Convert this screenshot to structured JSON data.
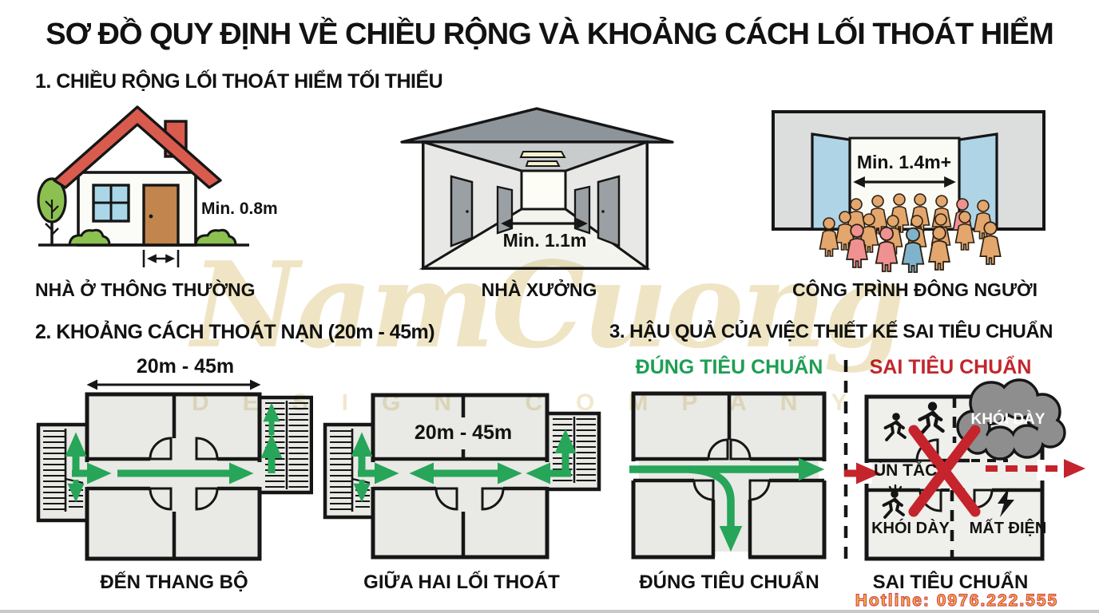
{
  "title": "SƠ ĐỒ QUY ĐỊNH VỀ CHIỀU RỘNG VÀ KHOẢNG CÁCH LỐI THOÁT HIỂM",
  "section1": {
    "heading": "1. CHIỀU RỘNG LỐI THOÁT HIỂM TỐI THIỂU",
    "house": {
      "min_label": "Min. 0.8m",
      "caption": "NHÀ Ở THÔNG THƯỜNG"
    },
    "corridor": {
      "min_label": "Min. 1.1m",
      "caption": "NHÀ XƯỞNG"
    },
    "crowd": {
      "min_label": "Min. 1.4m+",
      "caption": "CÔNG TRÌNH ĐÔNG NGƯỜI"
    }
  },
  "section2": {
    "heading": "2. KHOẢNG CÁCH THOÁT NẠN (20m - 45m)",
    "plan_stairs": {
      "range_label": "20m - 45m",
      "caption": "ĐẾN THANG BỘ"
    },
    "plan_exits": {
      "range_label": "20m - 45m",
      "caption": "GIỮA HAI LỐI THOÁT"
    }
  },
  "section3": {
    "heading": "3. HẬU QUẢ CỦA VIỆC THIẾT KẾ SAI TIÊU CHUẨN",
    "correct": {
      "heading": "ĐÚNG TIÊU CHUẨN",
      "caption": "ĐÚNG TIÊU CHUẨN"
    },
    "wrong": {
      "heading": "SAI TIÊU CHUẨN",
      "caption": "SAI TIÊU CHUẨN",
      "smoke_cloud": "KHÓI DÀY",
      "jam": "ÙN TẮC",
      "smoke_room": "KHÓI DÀY",
      "power_out": "MẤT ĐIỆN"
    }
  },
  "watermark": {
    "name": "NamCuong",
    "subtitle": "DESIGN COMPANY"
  },
  "hotline": "Hotline: 0976.222.555",
  "colors": {
    "arrow_green": "#27a559",
    "alert_red": "#c5242c",
    "correct_green": "#1e9e53",
    "wrong_red": "#c1272d",
    "roof_red": "#d95b4e",
    "door_brown": "#c1854d",
    "window_blue": "#a9d7e8",
    "tree_green": "#8cc152",
    "smoke_gray": "#8e8e8e",
    "watermark_tan": "#eadcb2",
    "hotline_gold": "#f3bd3a"
  }
}
